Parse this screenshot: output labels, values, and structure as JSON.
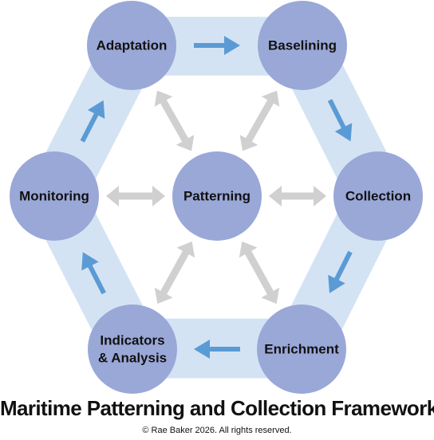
{
  "diagram": {
    "center": "Patterning",
    "nodes": [
      {
        "id": "adaptation",
        "lines": [
          "Adaptation"
        ]
      },
      {
        "id": "baselining",
        "lines": [
          "Baselining"
        ]
      },
      {
        "id": "collection",
        "lines": [
          "Collection"
        ]
      },
      {
        "id": "enrichment",
        "lines": [
          "Enrichment"
        ]
      },
      {
        "id": "indicators-analysis",
        "lines": [
          "Indicators",
          "& Analysis"
        ]
      },
      {
        "id": "monitoring",
        "lines": [
          "Monitoring"
        ]
      }
    ],
    "cycle": [
      [
        "adaptation",
        "baselining"
      ],
      [
        "baselining",
        "collection"
      ],
      [
        "collection",
        "enrichment"
      ],
      [
        "enrichment",
        "indicators-analysis"
      ],
      [
        "indicators-analysis",
        "monitoring"
      ],
      [
        "monitoring",
        "adaptation"
      ]
    ],
    "colors": {
      "node_fill": "#9aa8d8",
      "ring": "#d4e3f3",
      "cycle_arrow": "#5b9bd5",
      "spoke_arrow": "#d0d0d0"
    }
  },
  "title": "Maritime Patterning and Collection Framework",
  "copyright": "© Rae Baker 2026. All rights reserved."
}
